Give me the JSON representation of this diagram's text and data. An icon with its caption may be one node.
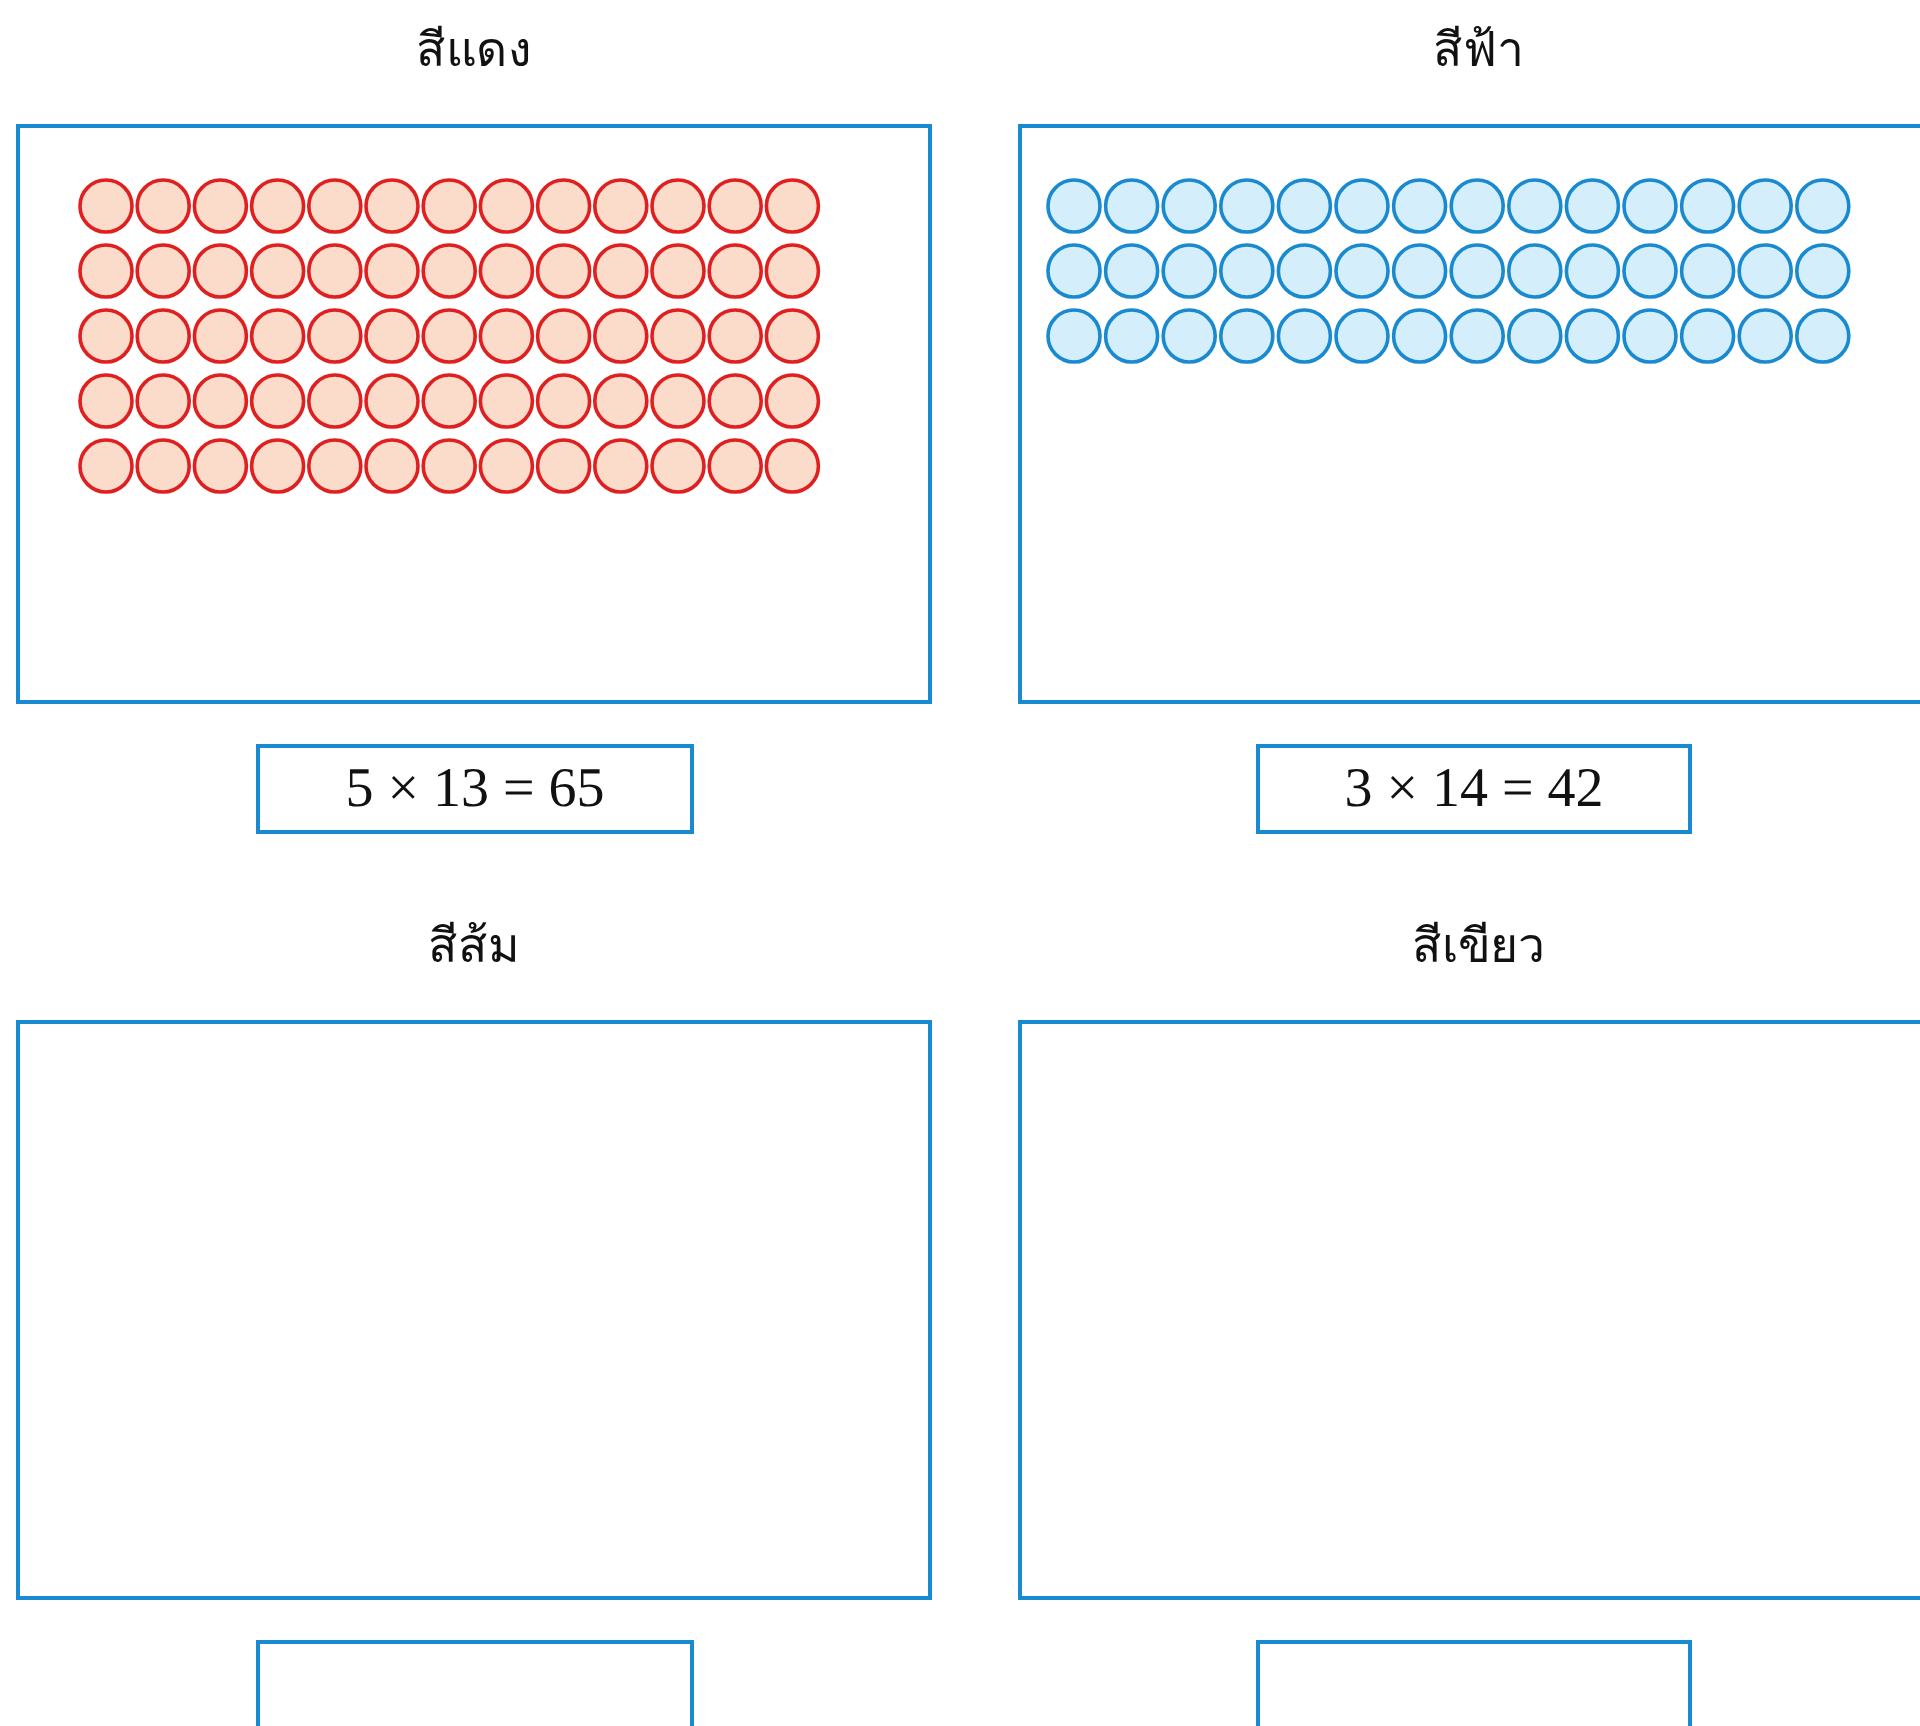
{
  "diagram": {
    "nodes": [
      {
        "text": [
          "สีแดง"
        ]
      },
      {
        "text": [
          "สีฟ้า"
        ]
      },
      {
        "text": [
          "5 × 13 = 65"
        ]
      },
      {
        "text": [
          "3 × 14 = 42"
        ]
      },
      {
        "text": [
          "สีส้ม"
        ]
      },
      {
        "text": [
          "สีเขียว"
        ]
      },
      {
        "text": [],
        "shape": "box"
      },
      {
        "text": [],
        "shape": "box"
      }
    ]
  }
}
